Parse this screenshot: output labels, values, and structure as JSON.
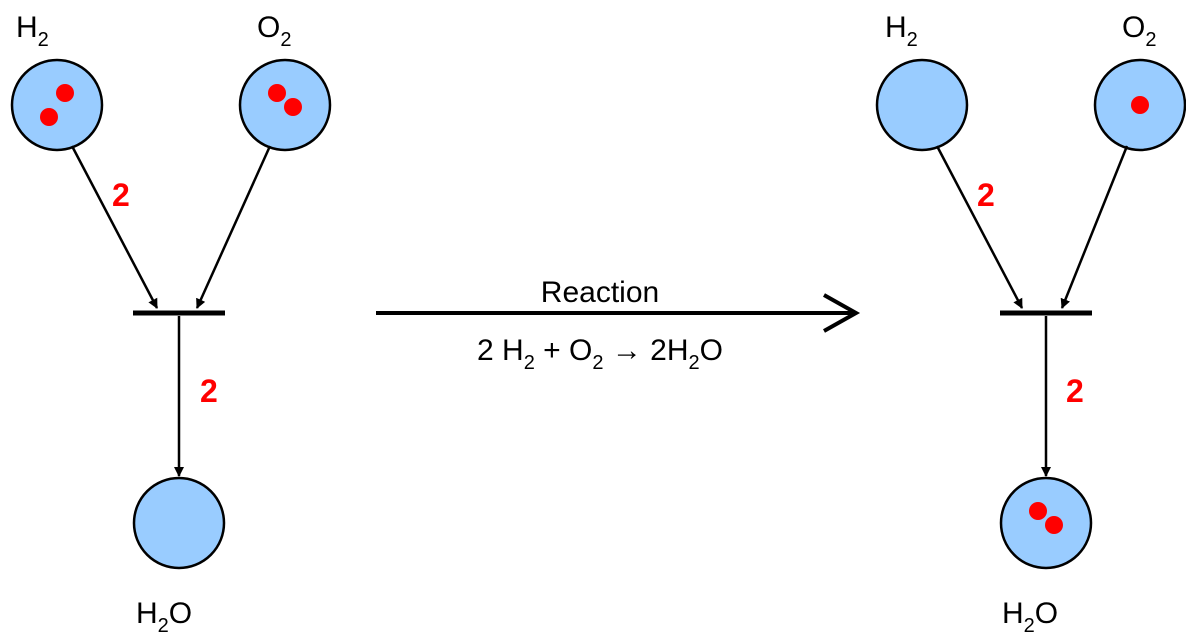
{
  "before": {
    "places": {
      "h2": {
        "label_main": "H",
        "label_sub": "2",
        "label_tail": "",
        "tokens": 2
      },
      "o2": {
        "label_main": "O",
        "label_sub": "2",
        "label_tail": "",
        "tokens": 2
      },
      "h2o": {
        "label_main": "H",
        "label_sub": "2",
        "label_tail": "O",
        "tokens": 0
      }
    },
    "weights": {
      "h2_in": "2",
      "h2o_out": "2"
    }
  },
  "after": {
    "places": {
      "h2": {
        "label_main": "H",
        "label_sub": "2",
        "label_tail": "",
        "tokens": 0
      },
      "o2": {
        "label_main": "O",
        "label_sub": "2",
        "label_tail": "",
        "tokens": 1
      },
      "h2o": {
        "label_main": "H",
        "label_sub": "2",
        "label_tail": "O",
        "tokens": 2
      }
    },
    "weights": {
      "h2_in": "2",
      "h2o_out": "2"
    }
  },
  "reaction": {
    "title": "Reaction",
    "equation": {
      "p1": "2 H",
      "s1": "2",
      "p2": " + O",
      "s2": "2",
      "p3": " → 2H",
      "s3": "2",
      "p4": "O"
    }
  },
  "colors": {
    "place_fill": "#99ccff",
    "token": "#ff0000",
    "weight": "#ff0000"
  }
}
